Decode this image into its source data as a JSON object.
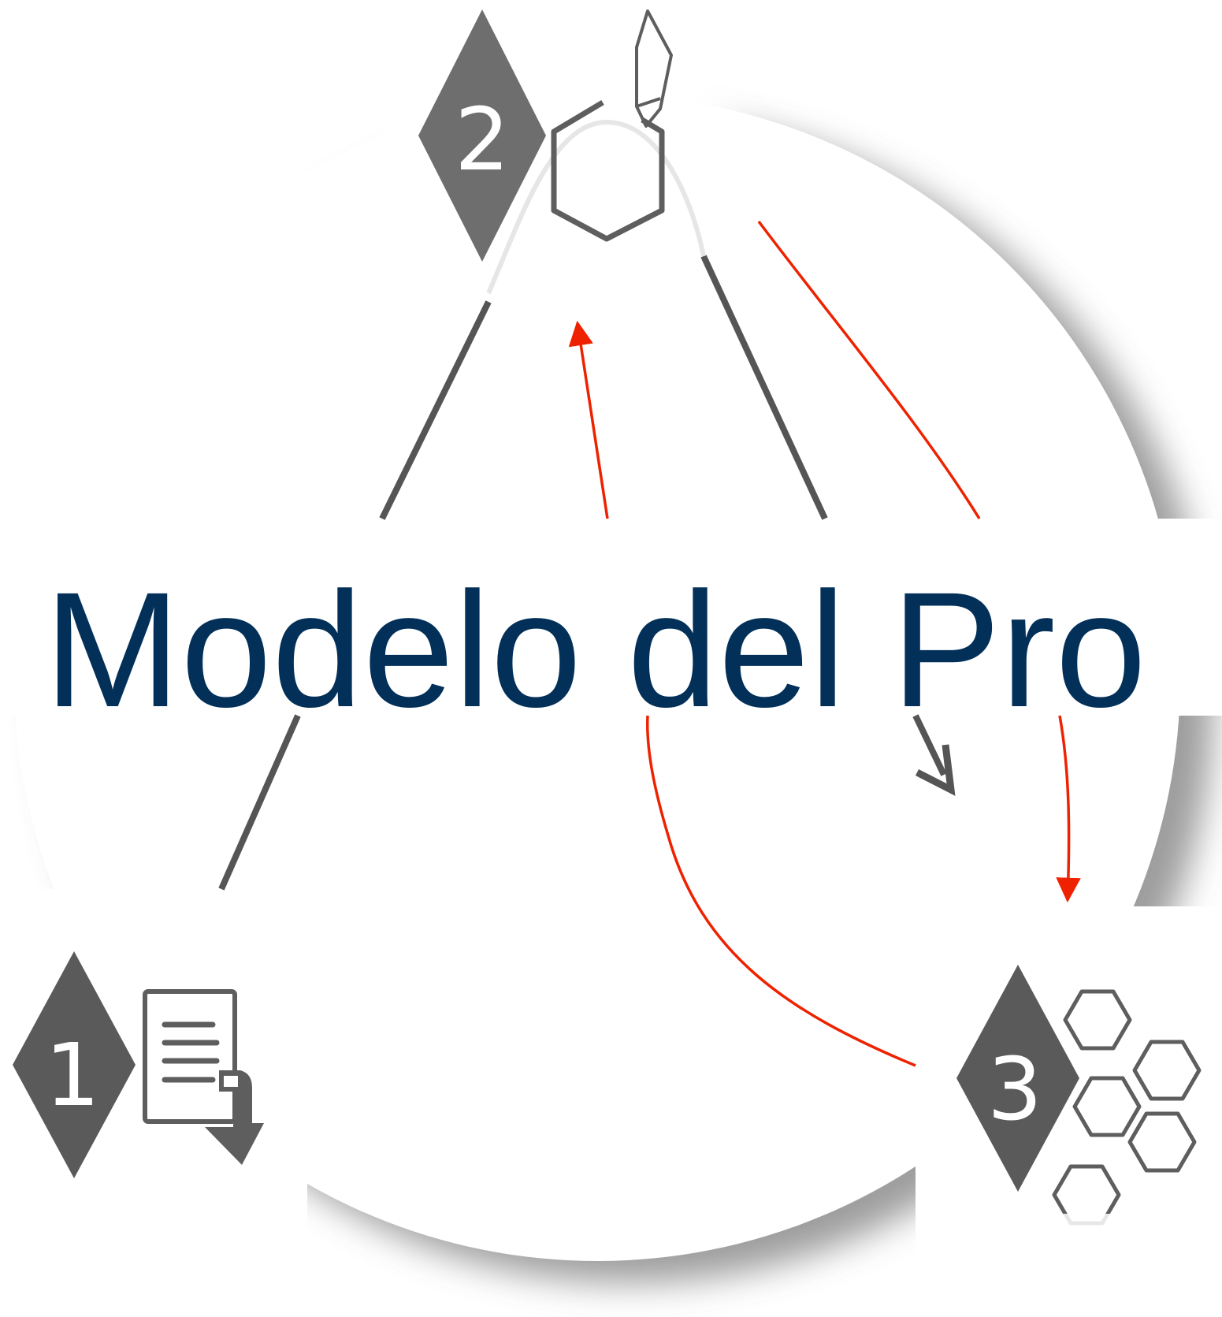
{
  "title": "Modelo del Pro",
  "colors": {
    "title": "#023059",
    "diamond": "#5a5a5a",
    "connector": "#555555",
    "arrow": "#ee2200",
    "circle_shadow": "#8c8c8c",
    "icon_stroke": "#5e5e5e"
  },
  "steps": [
    {
      "number": "1",
      "icon": "document-download-icon"
    },
    {
      "number": "2",
      "icon": "molecule-pen-icon"
    },
    {
      "number": "3",
      "icon": "honeycomb-hexagons-icon"
    }
  ]
}
